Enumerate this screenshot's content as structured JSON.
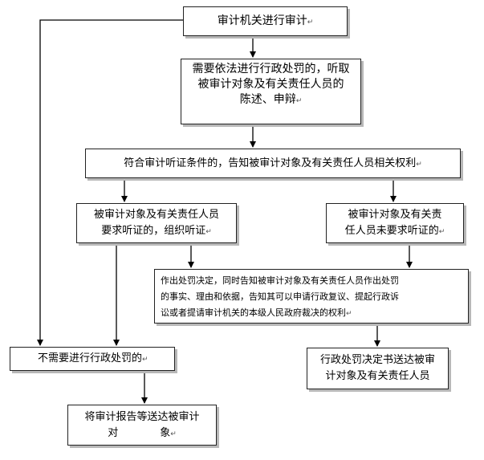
{
  "nodes": {
    "start": {
      "text": "审计机关进行审计",
      "mark": "↵"
    },
    "hearing_step": {
      "line1": "需要依法进行行政处罚的，听取",
      "line2": "被审计对象及有关责任人员的",
      "line3": "陈述、申辩",
      "mark": "↵"
    },
    "notify_rights": {
      "text": "符合审计听证条件的，告知被审计对象及有关责任人员相关权利",
      "mark": "↵"
    },
    "request_hearing": {
      "line1": "被审计对象及有关责任人员",
      "line2": "要求听证的，组织听证",
      "mark": "↵"
    },
    "no_request": {
      "line1": "被审计对象及有关责",
      "line2": "任人员未要求听证的",
      "mark": "↵"
    },
    "penalty_decision": {
      "line1": "作出处罚决定，同时告知被审计对象及有关责任人员作出处罚",
      "line2": "的事实、理由和依据，告知其可以申请行政复议、提起行政诉",
      "line3": "讼或者提请审计机关的本级人民政府裁决的权利",
      "mark": "↵"
    },
    "deliver_decision": {
      "line1": "行政处罚决定书送达被审",
      "line2": "计对象及有关责任人员"
    },
    "no_penalty": {
      "text": "不需要进行行政处罚的",
      "mark": "↵"
    },
    "deliver_report": {
      "line1": "将审计报告等送达被审计",
      "line2": "对　　　　象",
      "mark": "↵"
    }
  }
}
